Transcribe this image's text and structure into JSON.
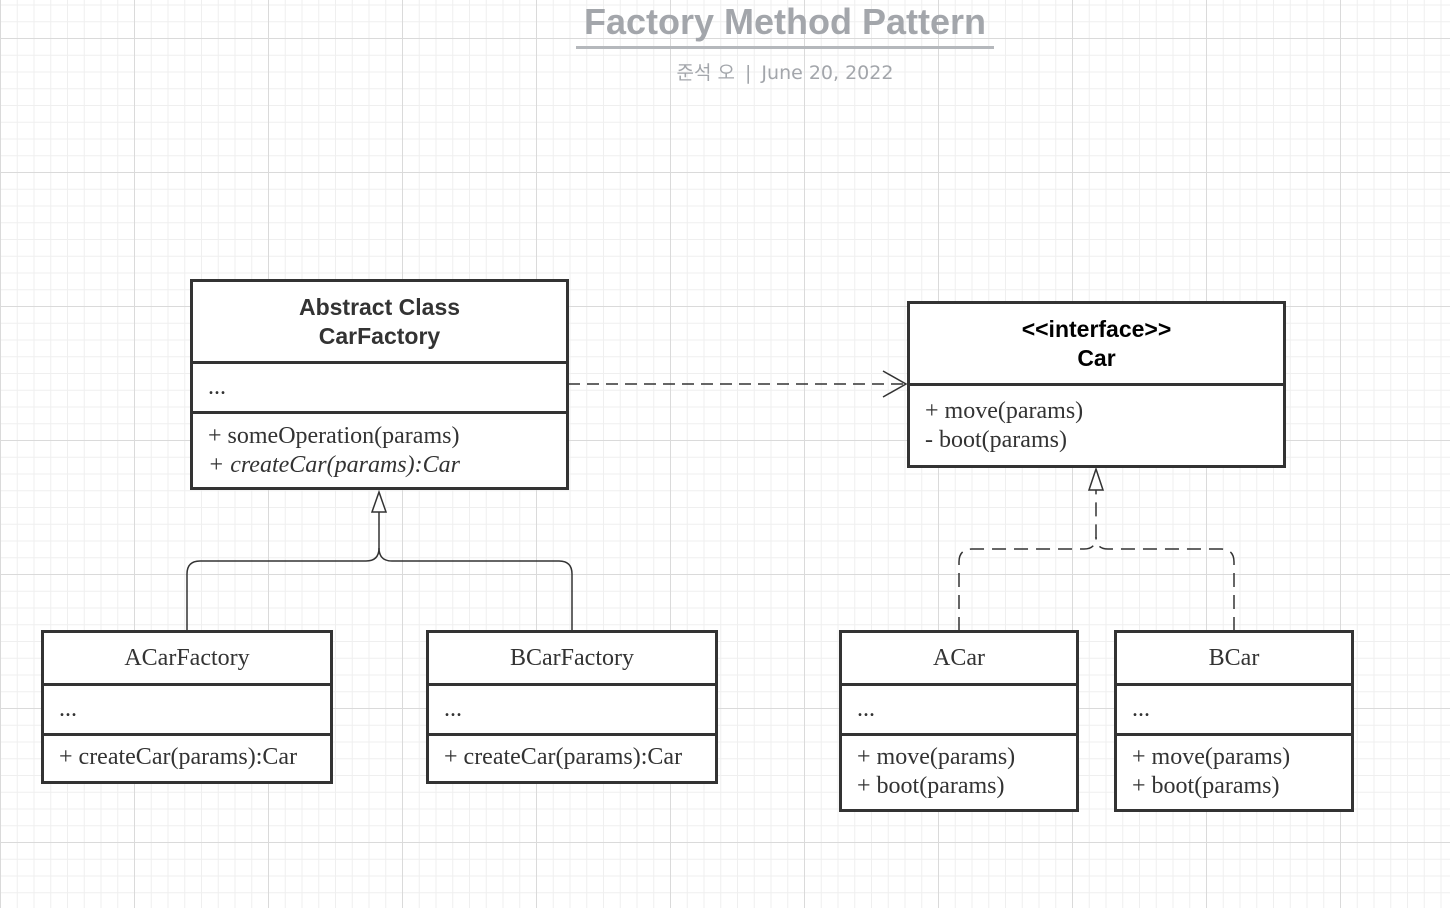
{
  "diagram": {
    "title": "Factory Method Pattern",
    "author": "준석 오",
    "separator": "|",
    "date": "June 20, 2022"
  },
  "classes": {
    "car_factory": {
      "stereotype": "Abstract Class",
      "name": "CarFactory",
      "attributes": "...",
      "operations": [
        "+ someOperation(params)",
        "+ createCar(params):Car"
      ]
    },
    "car": {
      "stereotype": "<<interface>>",
      "name": "Car",
      "operations": [
        "+ move(params)",
        "- boot(params)"
      ]
    },
    "a_car_factory": {
      "name": "ACarFactory",
      "attributes": "...",
      "operations": [
        "+ createCar(params):Car"
      ]
    },
    "b_car_factory": {
      "name": "BCarFactory",
      "attributes": "...",
      "operations": [
        "+ createCar(params):Car"
      ]
    },
    "a_car": {
      "name": "ACar",
      "attributes": "...",
      "operations": [
        "+ move(params)",
        "+ boot(params)"
      ]
    },
    "b_car": {
      "name": "BCar",
      "attributes": "...",
      "operations": [
        "+ move(params)",
        "+ boot(params)"
      ]
    }
  },
  "relationships": [
    {
      "type": "dependency",
      "from": "CarFactory",
      "to": "Car"
    },
    {
      "type": "generalization",
      "from": "ACarFactory",
      "to": "CarFactory"
    },
    {
      "type": "generalization",
      "from": "BCarFactory",
      "to": "CarFactory"
    },
    {
      "type": "realization",
      "from": "ACar",
      "to": "Car"
    },
    {
      "type": "realization",
      "from": "BCar",
      "to": "Car"
    }
  ],
  "colors": {
    "stroke": "#333333",
    "title": "#a3a6ab",
    "grid": "#dadada"
  }
}
